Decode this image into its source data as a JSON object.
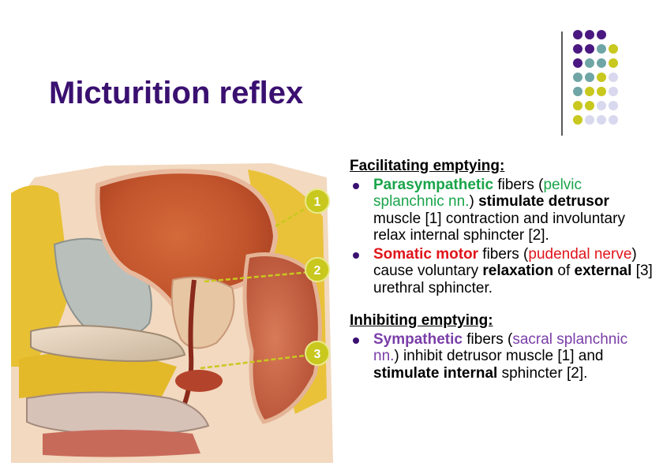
{
  "title": "Micturition reflex",
  "colors": {
    "title": "#3a1070",
    "parasympathetic": "#1aa44a",
    "somatic": "#e0141a",
    "sympathetic": "#7a3ea8",
    "marker": "#c8c81e",
    "deco_purple": "#4a1880",
    "deco_teal": "#6fa5a5",
    "deco_yellow": "#c8c81e",
    "deco_lavender": "#d8d8ee"
  },
  "markers": [
    "1",
    "2",
    "3"
  ],
  "facilitating": {
    "heading": "Facilitating emptying:",
    "item1": {
      "term": "Parasympathetic",
      "t1": " fibers (",
      "nerve": "pelvic splanchnic nn.",
      "t2": ") ",
      "b1": "stimulate detrusor",
      "t3": " muscle [1] contraction and involuntary relax internal sphincter [2]."
    },
    "item2": {
      "term": "Somatic motor",
      "t1": " fibers (",
      "nerve": "pudendal nerve",
      "t2": ") cause voluntary ",
      "b1": "relaxation",
      "t3": " of ",
      "b2": "external",
      "t4": " [3] urethral sphincter."
    }
  },
  "inhibiting": {
    "heading": "Inhibiting emptying:",
    "item1": {
      "term": "Sympathetic",
      "t1": " fibers (",
      "nerve": "sacral splanchnic nn.",
      "t2": ") inhibit detrusor muscle [1] and ",
      "b1": "stimulate internal",
      "t3": " sphincter [2]."
    }
  }
}
